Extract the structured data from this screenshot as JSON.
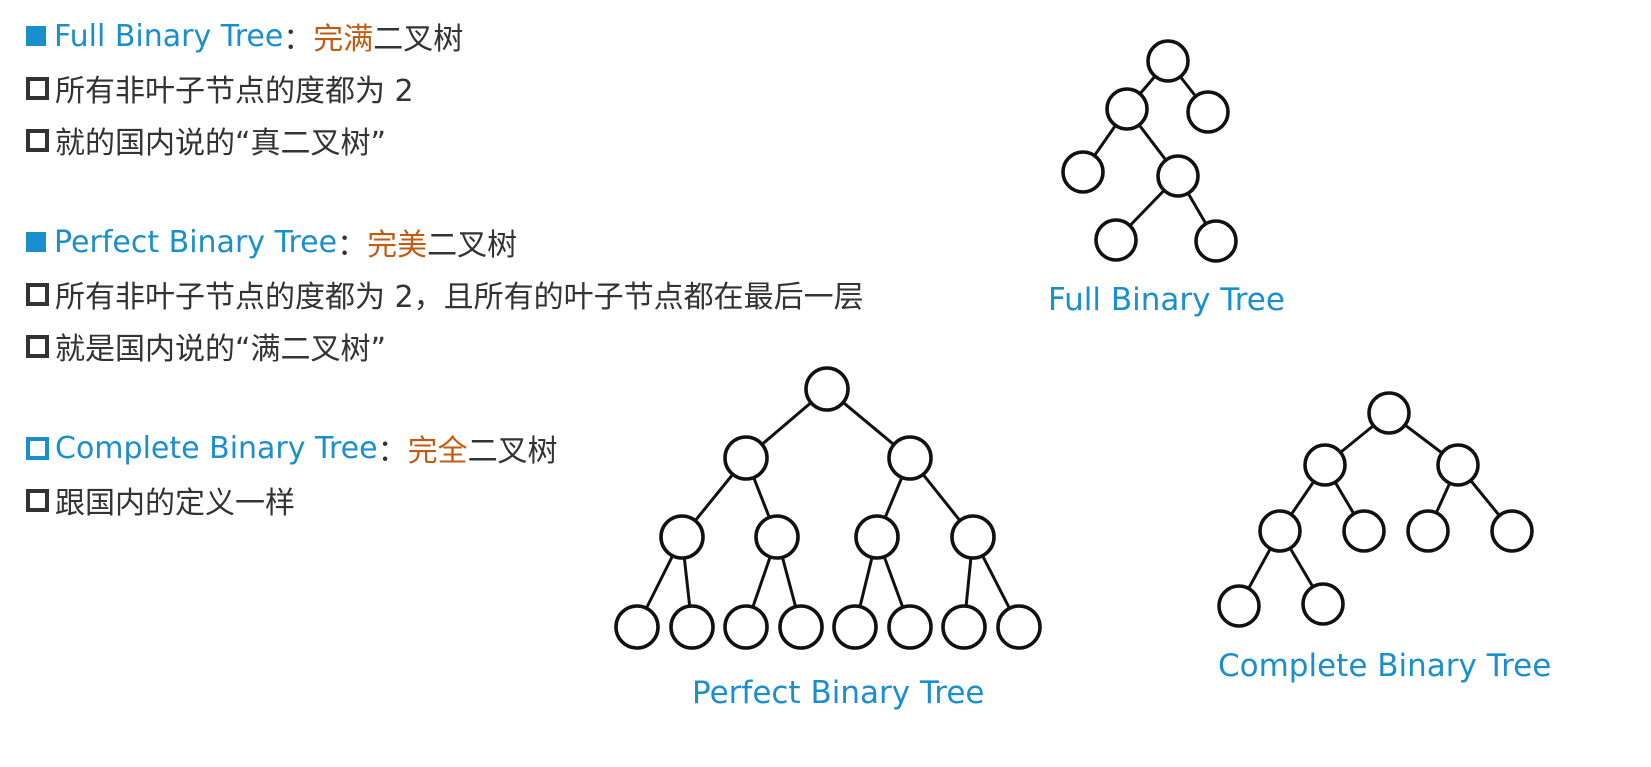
{
  "full": {
    "heading_en": "Full Binary Tree",
    "heading_sep": "：",
    "heading_highlight": "完满",
    "heading_rest": "二叉树",
    "point1": "所有非叶子节点的度都为 2",
    "point2": "就的国内说的“真二叉树”"
  },
  "perfect": {
    "heading_en": "Perfect Binary Tree",
    "heading_sep": "：",
    "heading_highlight": "完美",
    "heading_rest": "二叉树",
    "point1": "所有非叶子节点的度都为 2，且所有的叶子节点都在最后一层",
    "point2": "就是国内说的“满二叉树”"
  },
  "complete": {
    "heading_en": "Complete Binary Tree",
    "heading_sep": "：",
    "heading_highlight": "完全",
    "heading_rest": "二叉树",
    "point1": "跟国内的定义一样"
  },
  "figures": {
    "full_label": "Full Binary Tree",
    "perfect_label": "Perfect Binary Tree",
    "complete_label": "Complete Binary Tree"
  },
  "colors": {
    "accent_blue": "#1a8fce",
    "highlight_orange": "#c55a11",
    "text_dark": "#333333"
  }
}
